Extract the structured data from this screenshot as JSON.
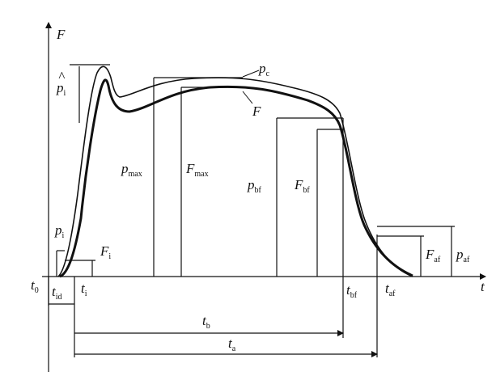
{
  "labels": {
    "y_axis": "F",
    "x_axis": "t",
    "t0": {
      "main": "t",
      "sub": "0"
    },
    "p_hat_i": {
      "main": "p",
      "sub": "i"
    },
    "p_c": {
      "main": "p",
      "sub": "c"
    },
    "F_curve": {
      "main": "F"
    },
    "p_max": {
      "main": "p",
      "sub": "max"
    },
    "F_max": {
      "main": "F",
      "sub": "max"
    },
    "p_bf": {
      "main": "p",
      "sub": "bf"
    },
    "F_bf": {
      "main": "F",
      "sub": "bf"
    },
    "p_i": {
      "main": "p",
      "sub": "i"
    },
    "F_i": {
      "main": "F",
      "sub": "i"
    },
    "F_af": {
      "main": "F",
      "sub": "af"
    },
    "p_af": {
      "main": "p",
      "sub": "af"
    },
    "t_id": {
      "main": "t",
      "sub": "id"
    },
    "t_i": {
      "main": "t",
      "sub": "i"
    },
    "t_bf": {
      "main": "t",
      "sub": "bf"
    },
    "t_af": {
      "main": "t",
      "sub": "af"
    },
    "t_b": {
      "main": "t",
      "sub": "b"
    },
    "t_a": {
      "main": "t",
      "sub": "a"
    }
  }
}
